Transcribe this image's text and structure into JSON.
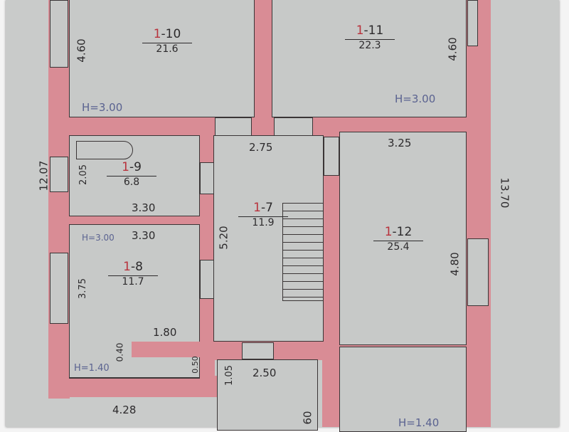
{
  "rooms": [
    {
      "floor": "1",
      "num": "-10",
      "area": "21.6"
    },
    {
      "floor": "1",
      "num": "-11",
      "area": "22.3"
    },
    {
      "floor": "1",
      "num": "-9",
      "area": "6.8"
    },
    {
      "floor": "1",
      "num": "-7",
      "area": "11.9"
    },
    {
      "floor": "1",
      "num": "-12",
      "area": "25.4"
    },
    {
      "floor": "1",
      "num": "-8",
      "area": "11.7"
    }
  ],
  "heights": [
    "H=3.00",
    "H=3.00",
    "H=3.00",
    "H=1.40",
    "H=1.40"
  ],
  "dimensions": [
    "4.60",
    "4.60",
    "2.75",
    "3.25",
    "12.07",
    "2.05",
    "3.30",
    "3.30",
    "5.20",
    "13.70",
    "4.80",
    "3.75",
    "1.80",
    "0.40",
    "0.50",
    "2.50",
    "1.05",
    "4.28",
    "60"
  ]
}
